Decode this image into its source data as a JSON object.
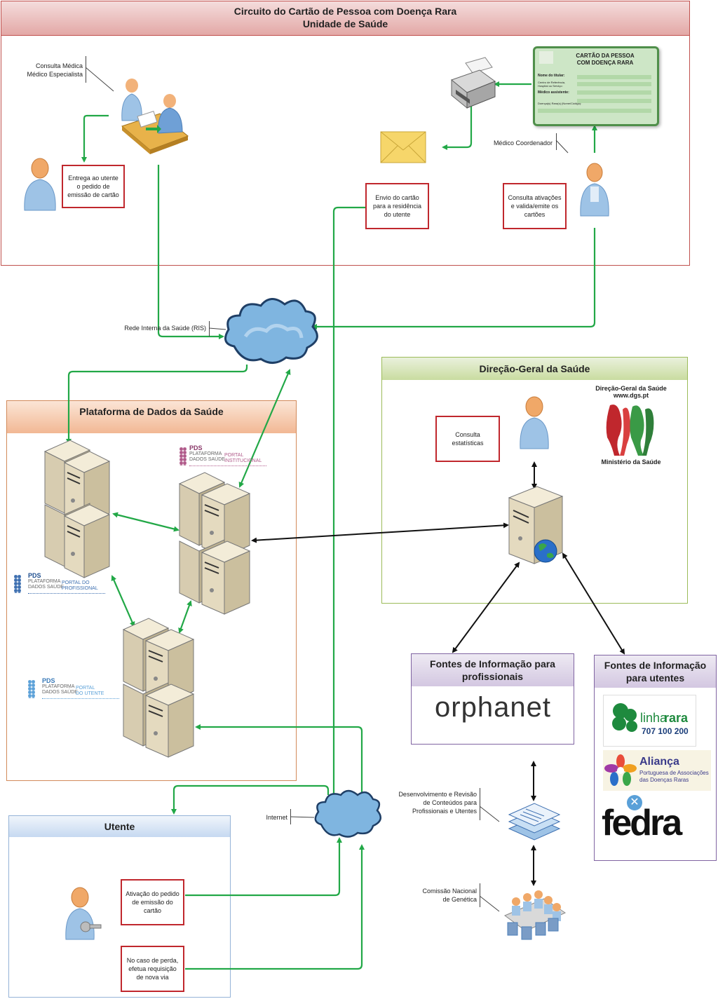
{
  "unidade": {
    "title_line1": "Circuito do Cartão de Pessoa com Doença Rara",
    "title_line2": "Unidade de Saúde"
  },
  "labels": {
    "consulta_medica": "Consulta Médica\nMédico Especialista",
    "medico_coordenador": "Médico Coordenador",
    "ris": "Rede Interna da Saúde (RIS)",
    "internet": "Internet",
    "desenvolvimento": "Desenvolvimento e Revisão\nde Conteúdos para\nProfissionais e Utentes",
    "comissao": "Comissão Nacional\nde Genética"
  },
  "boxes": {
    "entrega": "Entrega ao utente\no pedido de\nemissão de cartão",
    "envio": "Envio do cartão\npara a residência\ndo utente",
    "consulta_ativacoes": "Consulta ativações\ne valida/emite os\ncartões",
    "consulta_estatisticas": "Consulta\nestatísticas",
    "ativacao": "Ativação do pedido\nde emissão do\ncartão",
    "perda": "No caso de perda,\nefetua requisição\nde nova via"
  },
  "card": {
    "title_line1": "CARTÃO DA PESSOA",
    "title_line2": "COM DOENÇA RARA",
    "field1": "Nome do titular:",
    "field2": "Centro de Referência,\nHospital ou Serviço:",
    "field3": "Médico assistente:",
    "field4": "Doença(s) Rara(s) (Nome/Código):"
  },
  "pds": {
    "title": "Plataforma de Dados da Saúde",
    "logo_acronym": "PDS",
    "logo_line1": "PLATAFORMA",
    "logo_line2": "DADOS SAÚDE",
    "portal_institucional_1": "PORTAL",
    "portal_institucional_2": "INSTITUCIONAL",
    "portal_profissional_1": "PORTAL DO",
    "portal_profissional_2": "PROFISSIONAL",
    "portal_utente_1": "PORTAL",
    "portal_utente_2": "DO UTENTE"
  },
  "dgs": {
    "title": "Direção-Geral da Saúde",
    "logo_line1": "Direção-Geral da Saúde",
    "logo_line2": "www.dgs.pt",
    "logo_line3": "Ministério da Saúde"
  },
  "fontes_prof": {
    "title_line1": "Fontes de Informação para",
    "title_line2": "profissionais",
    "logo": "orphanet"
  },
  "fontes_utentes": {
    "title_line1": "Fontes de Informação",
    "title_line2": "para utentes",
    "linharara_1": "linha",
    "linharara_2": "rara",
    "linharara_phone": "707 100 200",
    "alianca_1": "Aliança",
    "alianca_2": "Portuguesa de Associações",
    "alianca_3": "das Doenças Raras",
    "fedra": "fedra"
  },
  "utente": {
    "title": "Utente"
  },
  "colors": {
    "arrow_green": "#22a847",
    "box_red": "#c0272d",
    "panel_red_border": "#c0504d",
    "panel_orange_border": "#d28a5a",
    "panel_green_border": "#9bbb59",
    "panel_purple_border": "#8064a2",
    "panel_blue_border": "#95b3d7"
  }
}
